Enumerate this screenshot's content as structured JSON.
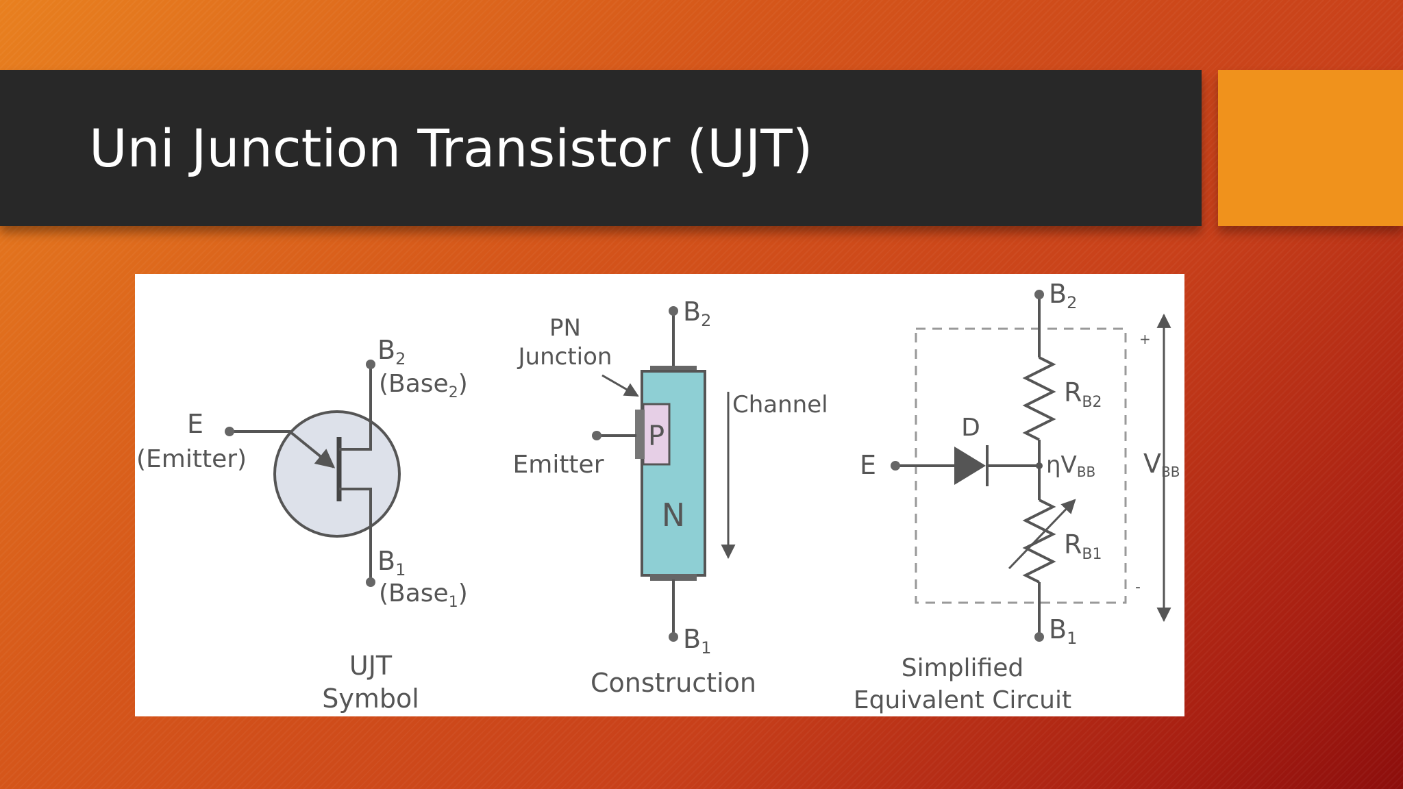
{
  "slide": {
    "title": "Uni Junction Transistor (UJT)"
  },
  "colors": {
    "title_bar": "#282828",
    "accent": "#f0921c",
    "transistor_fill": "#dde1ea",
    "channel_fill": "#8ecfd4",
    "p_region_fill": "#e6cfe6",
    "line": "#555555"
  },
  "symbol": {
    "b2": "B",
    "b2_sub": "2",
    "base2_open": "(Base",
    "base2_sub": "2",
    "base2_close": ")",
    "e": "E",
    "emitter": "(Emitter)",
    "b1": "B",
    "b1_sub": "1",
    "base1_open": "(Base",
    "base1_sub": "1",
    "base1_close": ")",
    "caption_line1": "UJT",
    "caption_line2": "Symbol"
  },
  "construction": {
    "b2": "B",
    "b2_sub": "2",
    "pn_line1": "PN",
    "pn_line2": "Junction",
    "channel": "Channel",
    "p": "P",
    "n": "N",
    "emitter": "Emitter",
    "b1": "B",
    "b1_sub": "1",
    "caption": "Construction"
  },
  "equivalent": {
    "b2": "B",
    "b2_sub": "2",
    "rb2": "R",
    "rb2_sub": "B2",
    "d": "D",
    "e": "E",
    "eta_vbb": "ηV",
    "eta_vbb_sub": "BB",
    "vbb": "V",
    "vbb_sub": "BB",
    "plus": "+",
    "minus": "-",
    "rb1": "R",
    "rb1_sub": "B1",
    "b1": "B",
    "b1_sub": "1",
    "caption_line1": "Simplified",
    "caption_line2": "Equivalent Circuit"
  }
}
